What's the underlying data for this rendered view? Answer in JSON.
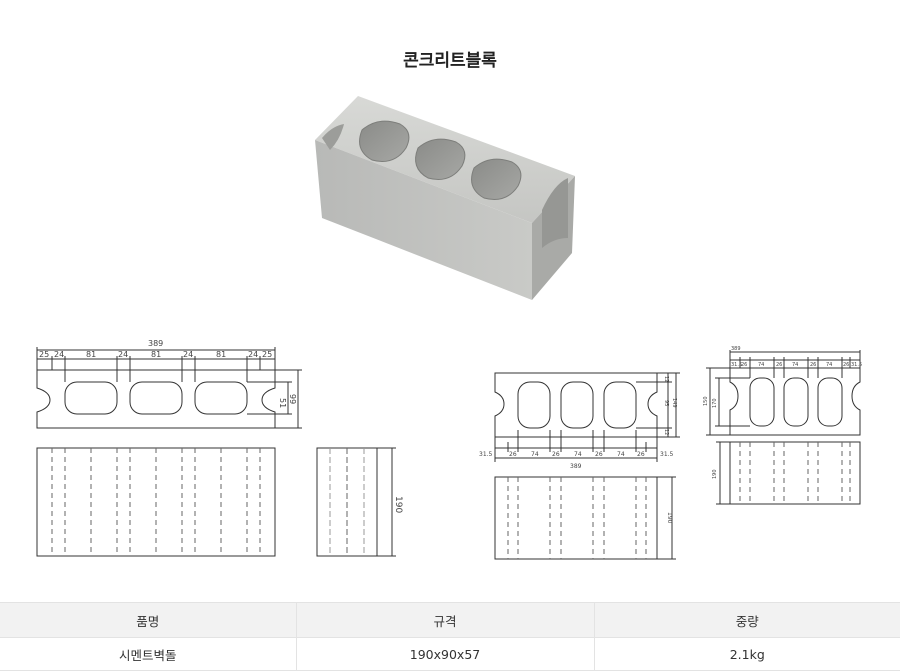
{
  "page": {
    "title": "콘크리트블록"
  },
  "drawing_left": {
    "overall_width": "389",
    "top_segments": [
      "25",
      "24",
      "81",
      "24",
      "81",
      "24",
      "81",
      "24",
      "25"
    ],
    "side_inner": "51",
    "side_outer": "99",
    "height": "190"
  },
  "drawing_right": {
    "top_small": {
      "overall": "389",
      "segments": [
        "31.5",
        "26",
        "74",
        "26",
        "74",
        "26",
        "74",
        "26",
        "31.5"
      ],
      "left_a": "150",
      "left_b": "170"
    },
    "middle": {
      "bottom_segments": [
        "31.5",
        "26",
        "74",
        "26",
        "74",
        "26",
        "74",
        "26",
        "31.5"
      ],
      "overall": "389",
      "right_a": "12",
      "right_b": "95",
      "right_c": "149",
      "right_d": "12"
    },
    "front_small_height": "190",
    "front_height": "190"
  },
  "table": {
    "headers": [
      "품명",
      "규격",
      "중량"
    ],
    "row": [
      "시멘트벽돌",
      "190x90x57",
      "2.1kg"
    ]
  }
}
